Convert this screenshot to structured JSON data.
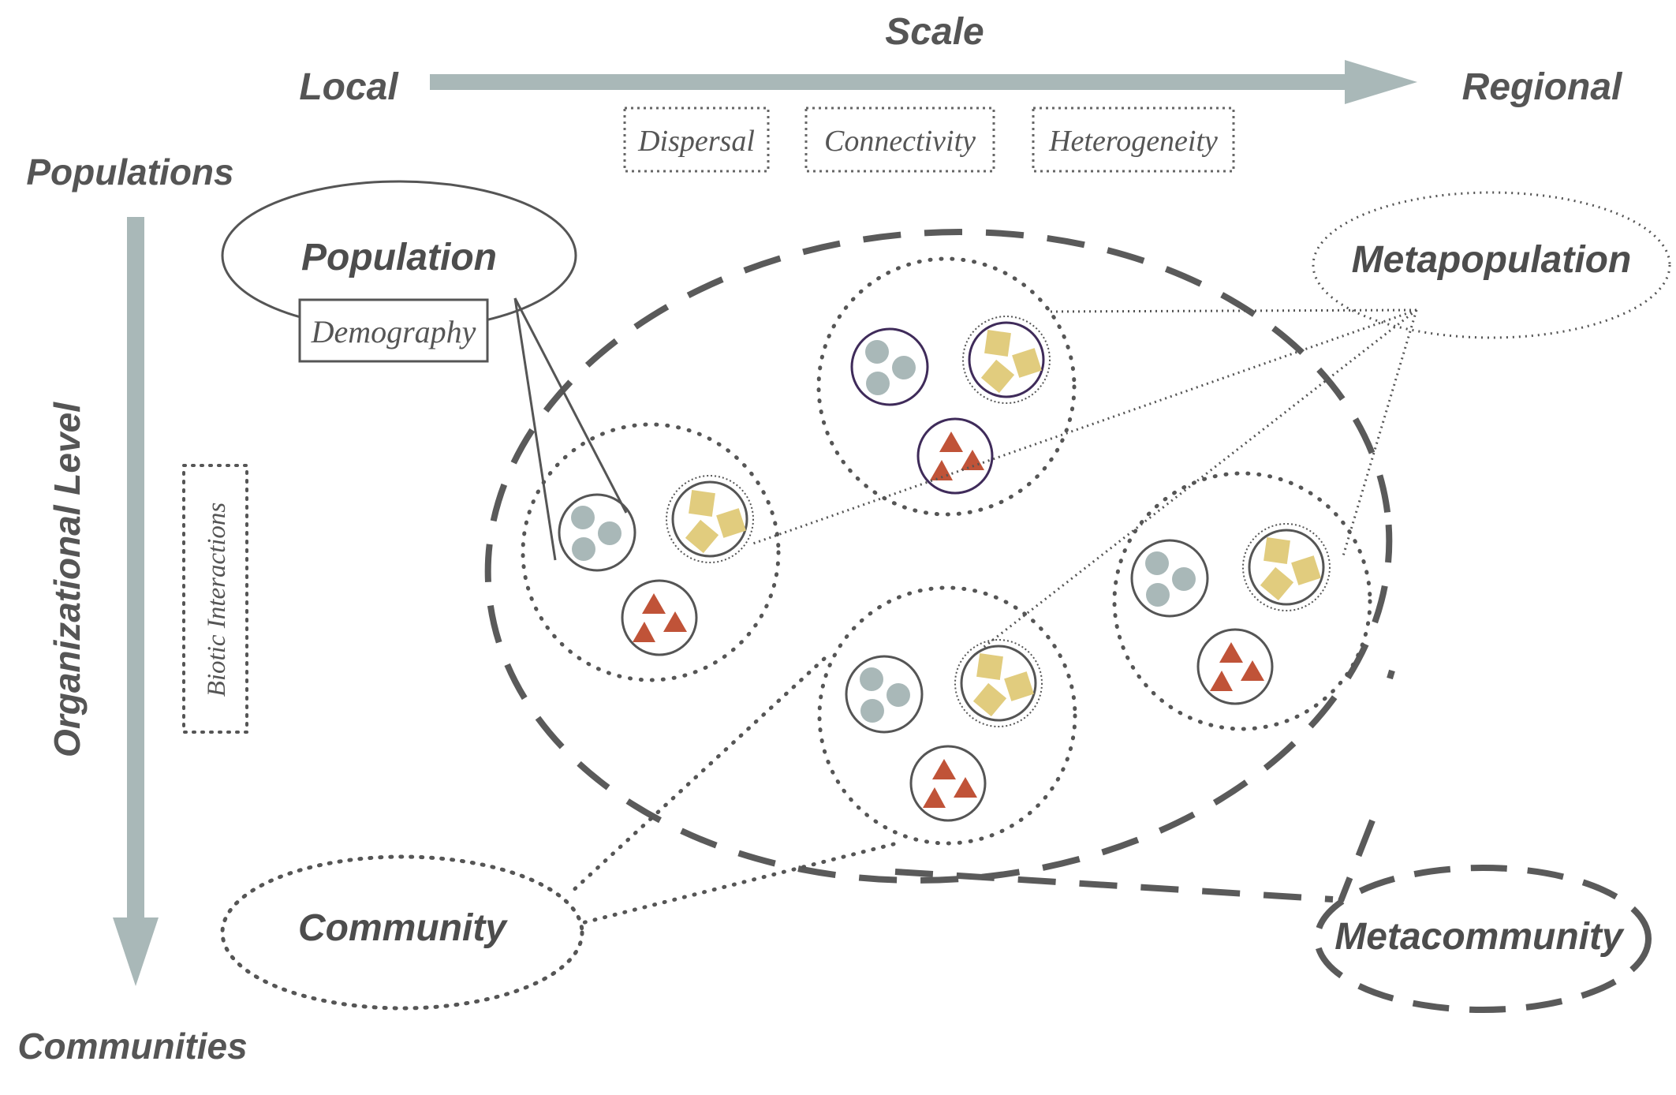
{
  "scale_axis": {
    "title": "Scale",
    "left": "Local",
    "right": "Regional"
  },
  "org_axis": {
    "title": "Organizational Level",
    "top": "Populations",
    "bottom": "Communities"
  },
  "processes": {
    "dispersal": "Dispersal",
    "connectivity": "Connectivity",
    "heterogeneity": "Heterogeneity",
    "demography": "Demography",
    "biotic": "Biotic Interactions"
  },
  "nodes": {
    "population": "Population",
    "metapopulation": "Metapopulation",
    "community": "Community",
    "metacommunity": "Metacommunity"
  },
  "colors": {
    "axis_arrow": "#a9b8b8",
    "gray_species": "#a9b8b8",
    "yellow_species": "#e1cc7e",
    "red_species": "#c05338",
    "purple_outline": "#3f2b5a",
    "line": "#555555"
  }
}
